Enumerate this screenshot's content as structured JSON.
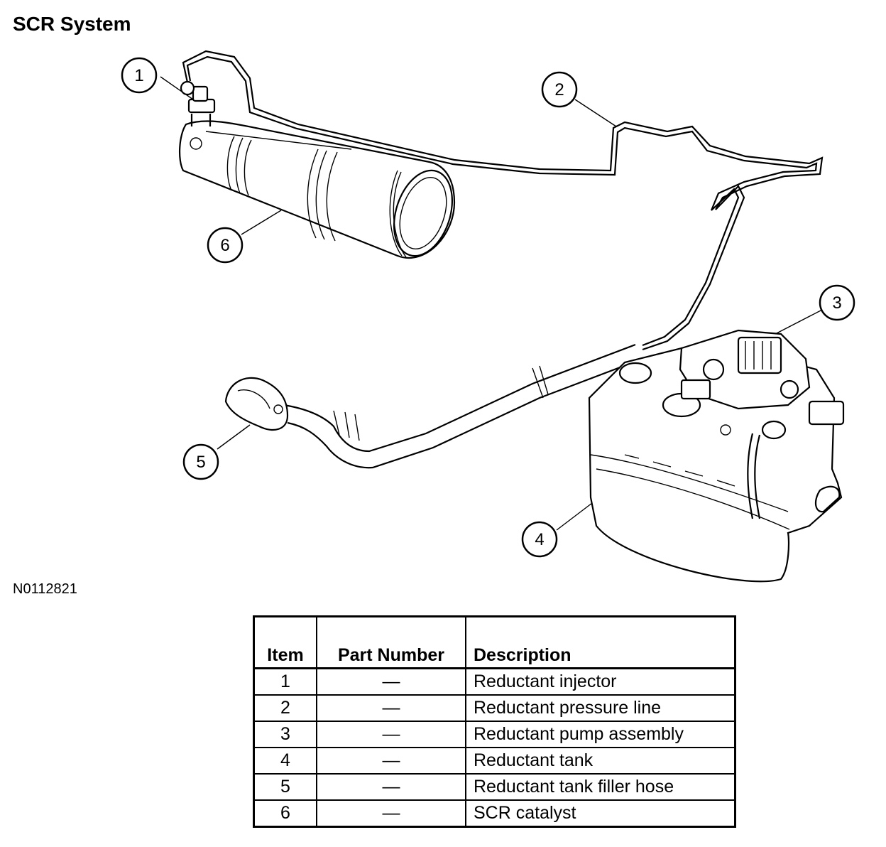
{
  "title": "SCR System",
  "figure_id": "N0112821",
  "callouts": [
    "1",
    "2",
    "3",
    "4",
    "5",
    "6"
  ],
  "table": {
    "headers": {
      "item": "Item",
      "part_number": "Part Number",
      "description": "Description"
    },
    "rows": [
      {
        "item": "1",
        "part_number": "—",
        "description": "Reductant injector"
      },
      {
        "item": "2",
        "part_number": "—",
        "description": "Reductant pressure line"
      },
      {
        "item": "3",
        "part_number": "—",
        "description": "Reductant pump assembly"
      },
      {
        "item": "4",
        "part_number": "—",
        "description": "Reductant tank"
      },
      {
        "item": "5",
        "part_number": "—",
        "description": "Reductant tank filler hose"
      },
      {
        "item": "6",
        "part_number": "—",
        "description": "SCR catalyst"
      }
    ]
  }
}
